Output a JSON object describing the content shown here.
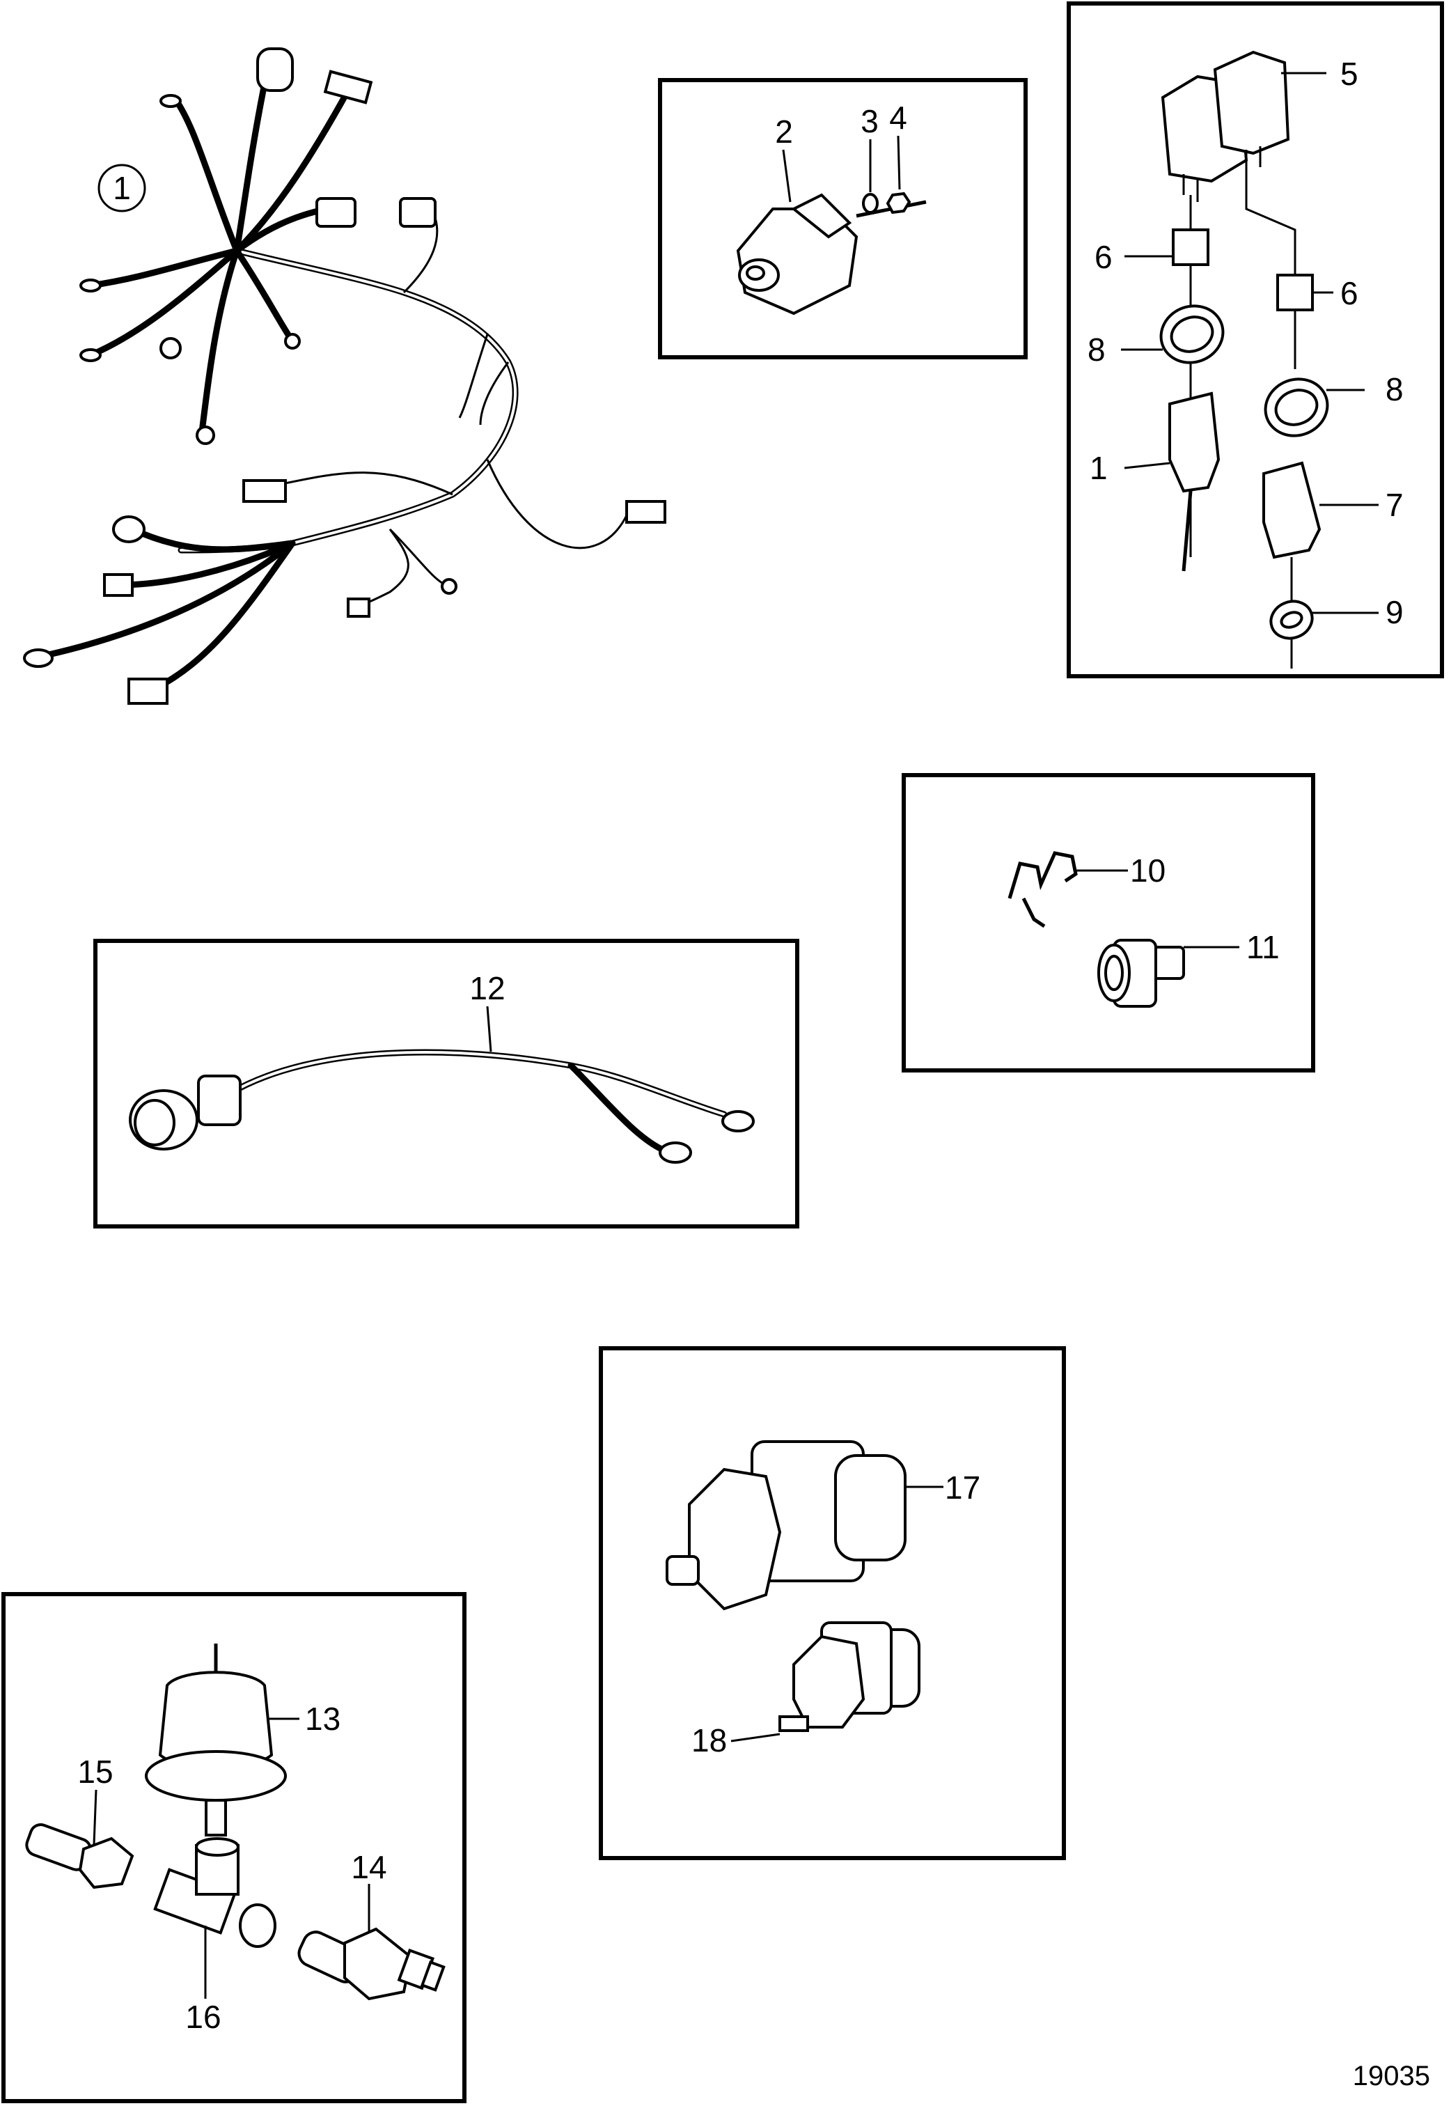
{
  "diagram_number": "19035",
  "callouts": {
    "c1_main": "1",
    "c2": "2",
    "c3": "3",
    "c4": "4",
    "c5": "5",
    "c6a": "6",
    "c6b": "6",
    "c8a": "8",
    "c8b": "8",
    "c1_conn": "1",
    "c7": "7",
    "c9": "9",
    "c10": "10",
    "c11": "11",
    "c12": "12",
    "c13": "13",
    "c14": "14",
    "c15": "15",
    "c16": "16",
    "c17": "17",
    "c18": "18"
  }
}
